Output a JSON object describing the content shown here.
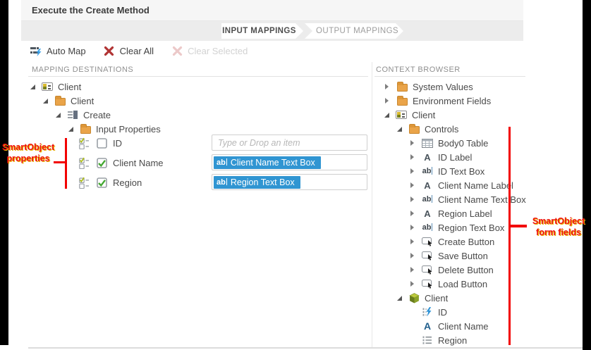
{
  "header": {
    "title": "Execute the Create Method"
  },
  "tabs": [
    {
      "label": "INPUT MAPPINGS",
      "active": true
    },
    {
      "label": "OUTPUT MAPPINGS",
      "active": false
    }
  ],
  "toolbar": {
    "auto_map": "Auto Map",
    "clear_all": "Clear All",
    "clear_selected": "Clear Selected",
    "clear_selected_enabled": false
  },
  "left_panel": {
    "title": "MAPPING DESTINATIONS",
    "tree": [
      {
        "label": "Client",
        "icon": "form-icon",
        "level": 0,
        "arrow": "expanded"
      },
      {
        "label": "Client",
        "icon": "folder-icon",
        "level": 1,
        "arrow": "expanded"
      },
      {
        "label": "Create",
        "icon": "method-icon",
        "level": 2,
        "arrow": "expanded"
      },
      {
        "label": "Input Properties",
        "icon": "folder-icon",
        "level": 3,
        "arrow": "expanded"
      }
    ],
    "properties": [
      {
        "label": "ID",
        "checked": false,
        "icon": "property-icon",
        "field": {
          "type": "placeholder",
          "text": "Type or Drop an item"
        }
      },
      {
        "label": "Client Name",
        "checked": true,
        "icon": "property-icon",
        "field": {
          "type": "chip",
          "text": "Client Name Text Box",
          "chip_icon": "textbox-icon"
        }
      },
      {
        "label": "Region",
        "checked": true,
        "icon": "property-icon",
        "field": {
          "type": "chip",
          "text": "Region Text Box",
          "chip_icon": "textbox-icon"
        }
      }
    ]
  },
  "right_panel": {
    "title": "CONTEXT BROWSER",
    "tree": [
      {
        "label": "System Values",
        "icon": "folder-icon",
        "level": 0,
        "arrow": "collapsed"
      },
      {
        "label": "Environment Fields",
        "icon": "folder-icon",
        "level": 0,
        "arrow": "collapsed"
      },
      {
        "label": "Client",
        "icon": "form-icon",
        "level": 0,
        "arrow": "expanded"
      },
      {
        "label": "Controls",
        "icon": "folder-icon",
        "level": 1,
        "arrow": "expanded"
      },
      {
        "label": "Body0 Table",
        "icon": "table-icon",
        "level": 2,
        "arrow": "collapsed"
      },
      {
        "label": "ID Label",
        "icon": "label-icon",
        "level": 2,
        "arrow": "collapsed"
      },
      {
        "label": "ID Text Box",
        "icon": "textbox-icon",
        "level": 2,
        "arrow": "collapsed"
      },
      {
        "label": "Client Name Label",
        "icon": "label-icon",
        "level": 2,
        "arrow": "collapsed"
      },
      {
        "label": "Client Name Text Box",
        "icon": "textbox-icon",
        "level": 2,
        "arrow": "collapsed"
      },
      {
        "label": "Region Label",
        "icon": "label-icon",
        "level": 2,
        "arrow": "collapsed"
      },
      {
        "label": "Region Text Box",
        "icon": "textbox-icon",
        "level": 2,
        "arrow": "collapsed"
      },
      {
        "label": "Create Button",
        "icon": "button-icon",
        "level": 2,
        "arrow": "collapsed"
      },
      {
        "label": "Save Button",
        "icon": "button-icon",
        "level": 2,
        "arrow": "collapsed"
      },
      {
        "label": "Delete Button",
        "icon": "button-icon",
        "level": 2,
        "arrow": "collapsed"
      },
      {
        "label": "Load Button",
        "icon": "button-icon",
        "level": 2,
        "arrow": "collapsed"
      },
      {
        "label": "Client",
        "icon": "smartobject-icon",
        "level": 1,
        "arrow": "expanded"
      },
      {
        "label": "ID",
        "icon": "autonumber-icon",
        "level": 2,
        "arrow": "none"
      },
      {
        "label": "Client Name",
        "icon": "text-property-icon",
        "level": 2,
        "arrow": "none"
      },
      {
        "label": "Region",
        "icon": "list-property-icon",
        "level": 2,
        "arrow": "none"
      }
    ]
  },
  "annotations": {
    "left": {
      "line1": "SmartObject",
      "line2": "properties"
    },
    "right": {
      "line1": "SmartObject",
      "line2": "form fields"
    }
  },
  "colors": {
    "token_blue": "#3095d2",
    "check_green": "#44a832",
    "folder_orange": "#eaa449",
    "annotation_red": "#ee1111",
    "clear_x_red": "#b13434",
    "smartobject_green": "#8ba22a"
  }
}
